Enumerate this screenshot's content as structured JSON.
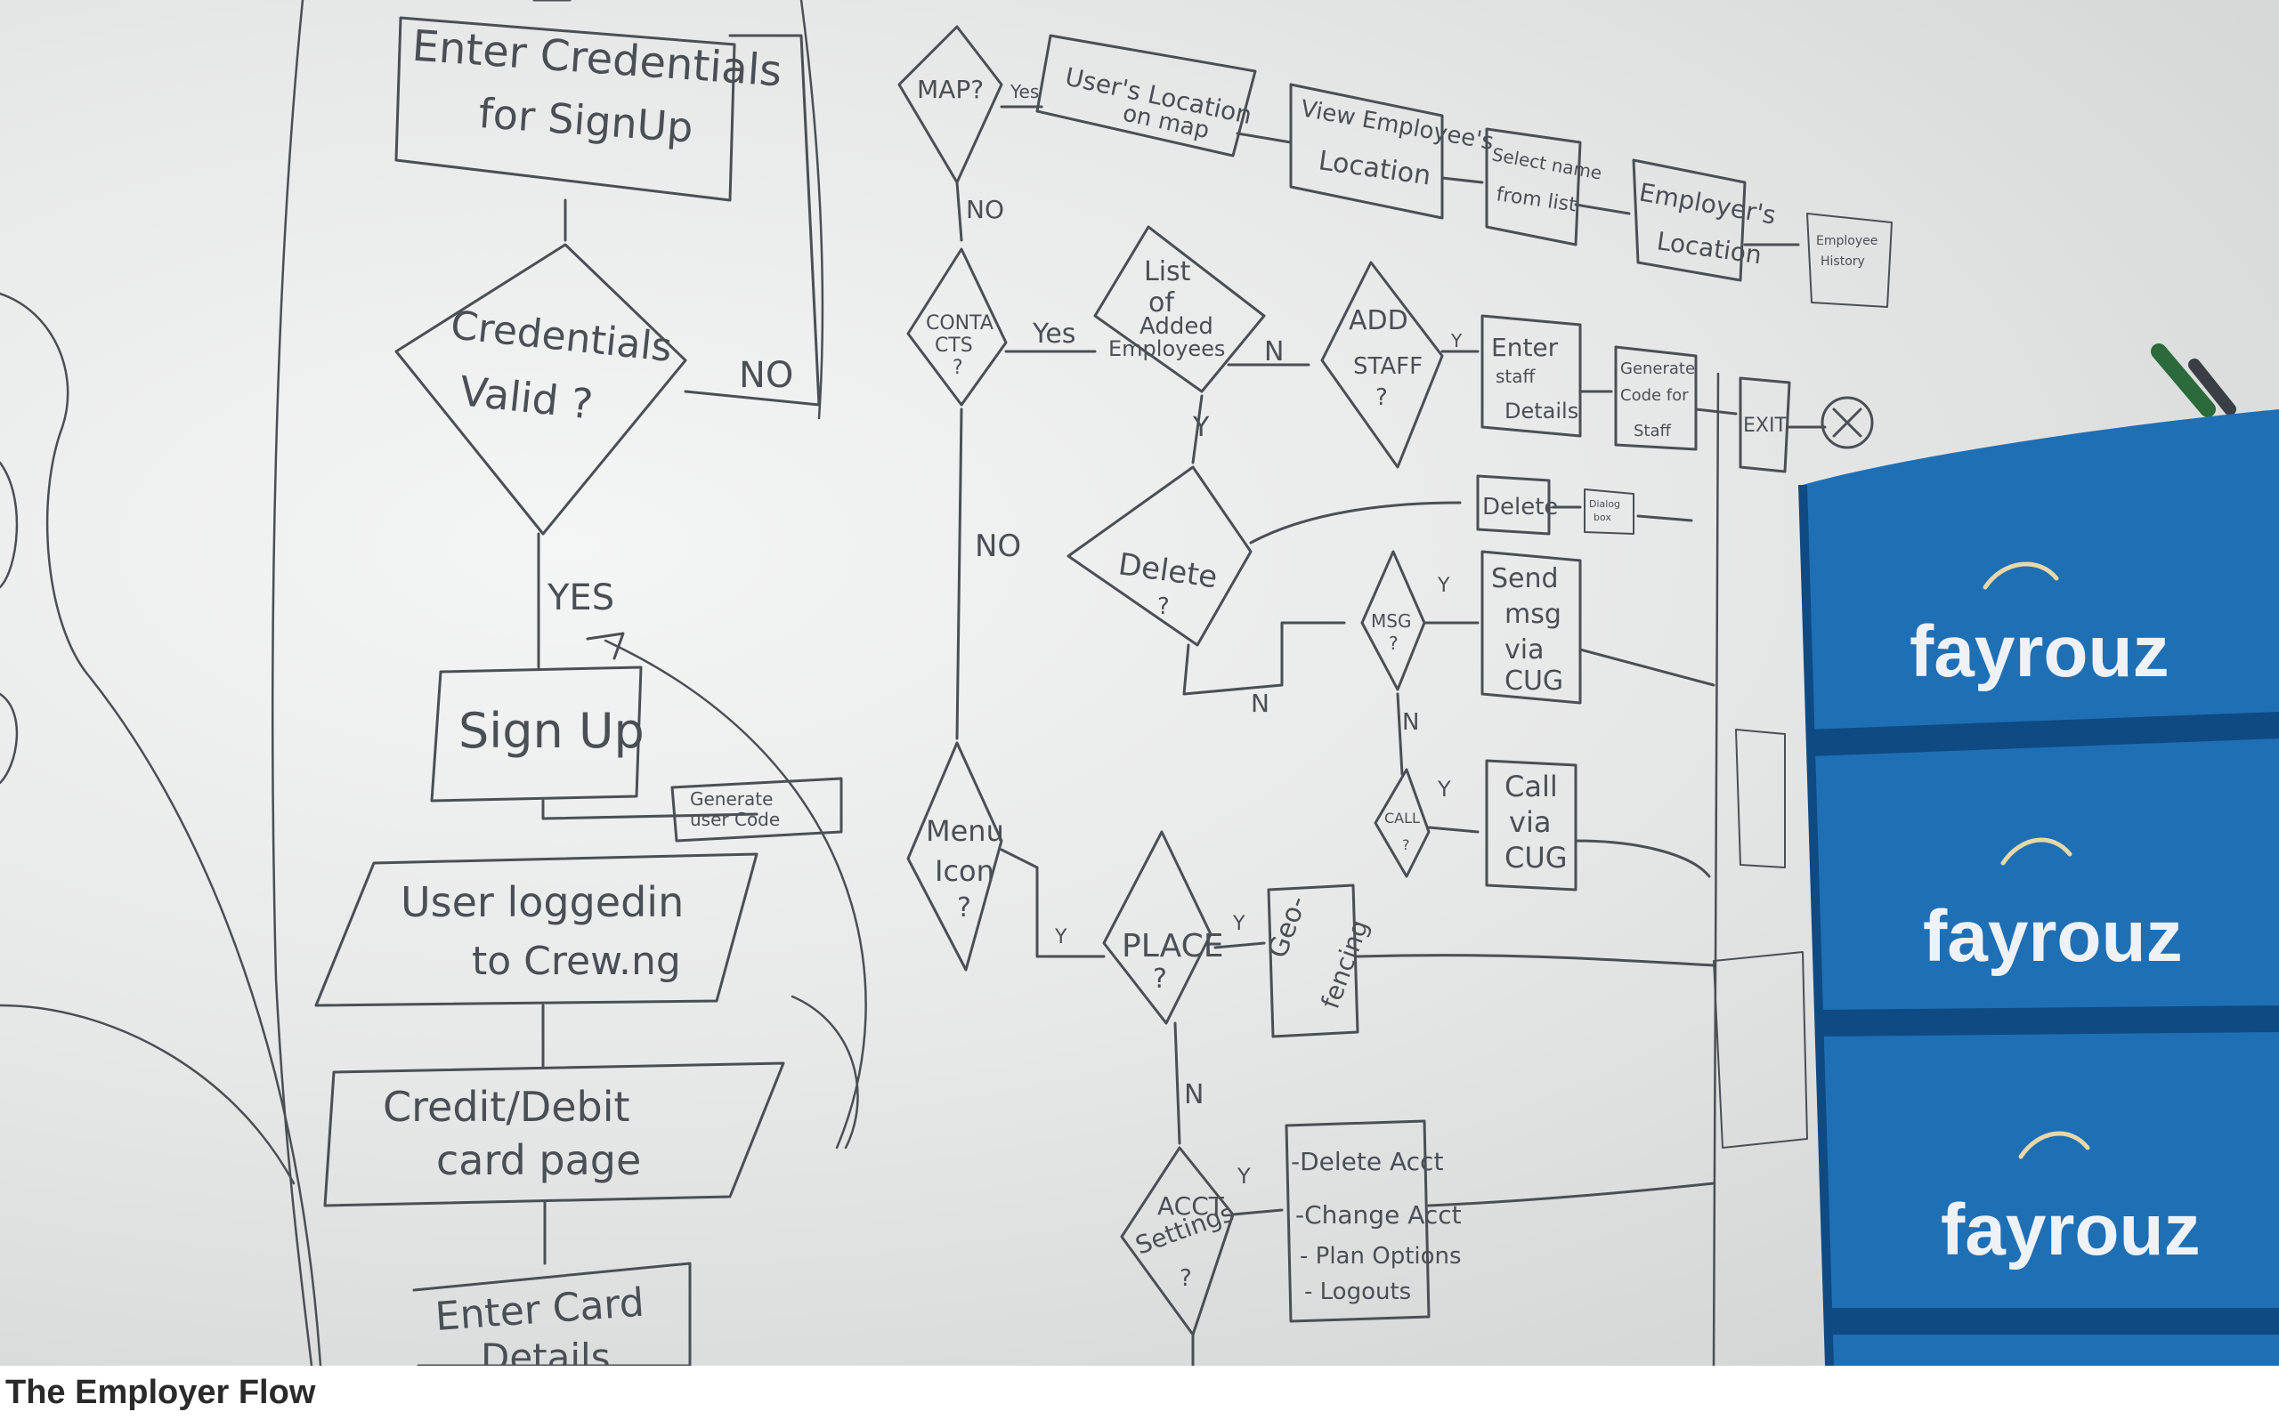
{
  "caption": "The Employer Flow",
  "board": {
    "signup_column": {
      "enter_credentials": [
        "Enter Credentials",
        "for SignUp"
      ],
      "credentials_valid": [
        "Credentials",
        "Valid ?"
      ],
      "no_label": "NO",
      "yes_label": "YES",
      "sign_up": "Sign Up",
      "generate_code": [
        "Generate",
        "user Code"
      ],
      "logged_in": [
        "User loggedin",
        "to Crew.ng"
      ],
      "card_page": [
        "Credit/Debit",
        "card page"
      ],
      "card_details": [
        "Enter Card",
        "Details"
      ]
    },
    "map_row": {
      "map": "MAP?",
      "yes": "Yes",
      "no": "NO",
      "users_location": [
        "User's Location",
        "on map"
      ],
      "view_employee": [
        "View Employee's",
        "Location"
      ],
      "select_name": [
        "Select name",
        "from list"
      ],
      "employers_location": [
        "Employer's",
        "Location"
      ],
      "employee_history": [
        "Employee",
        "History"
      ]
    },
    "contacts_row": {
      "contacts": [
        "CONTA",
        "CTS",
        "?"
      ],
      "yes": "Yes",
      "no": "NO",
      "list_added": [
        "List",
        "of",
        "Added",
        "Employees"
      ],
      "n": "N",
      "y": "Y",
      "add_staff": [
        "ADD",
        "STAFF",
        "?"
      ],
      "enter_staff": [
        "Enter",
        "staff",
        "Details"
      ],
      "generate_code_staff": [
        "Generate",
        "Code for",
        "Staff"
      ],
      "exit": "EXIT",
      "delete_q": [
        "Delete",
        "?"
      ],
      "delete_box": "Delete",
      "dialog_box": [
        "Dialog",
        "box"
      ],
      "msg": [
        "MSG",
        "?"
      ],
      "send_msg": [
        "Send",
        "msg",
        "via",
        "CUG"
      ],
      "call": [
        "CALL",
        "?"
      ],
      "call_via": [
        "Call",
        "via",
        "CUG"
      ]
    },
    "menu_row": {
      "menu_icon": [
        "Menu",
        "Icon",
        "?"
      ],
      "place": [
        "PLACE",
        "?"
      ],
      "geo_fencing": [
        "Geo-",
        "fencing"
      ],
      "acct_settings": [
        "ACCT",
        "Settings",
        "?"
      ],
      "acct_options": [
        "-Delete Acct",
        "-Change Acct",
        "- Plan Options",
        "- Logouts"
      ]
    },
    "crate_brand": "fayrouz"
  },
  "colors": {
    "board": "#e9eaea",
    "ink": "#4a4f55",
    "crate": "#1f6fb5",
    "crate_dark": "#0f4a82"
  }
}
